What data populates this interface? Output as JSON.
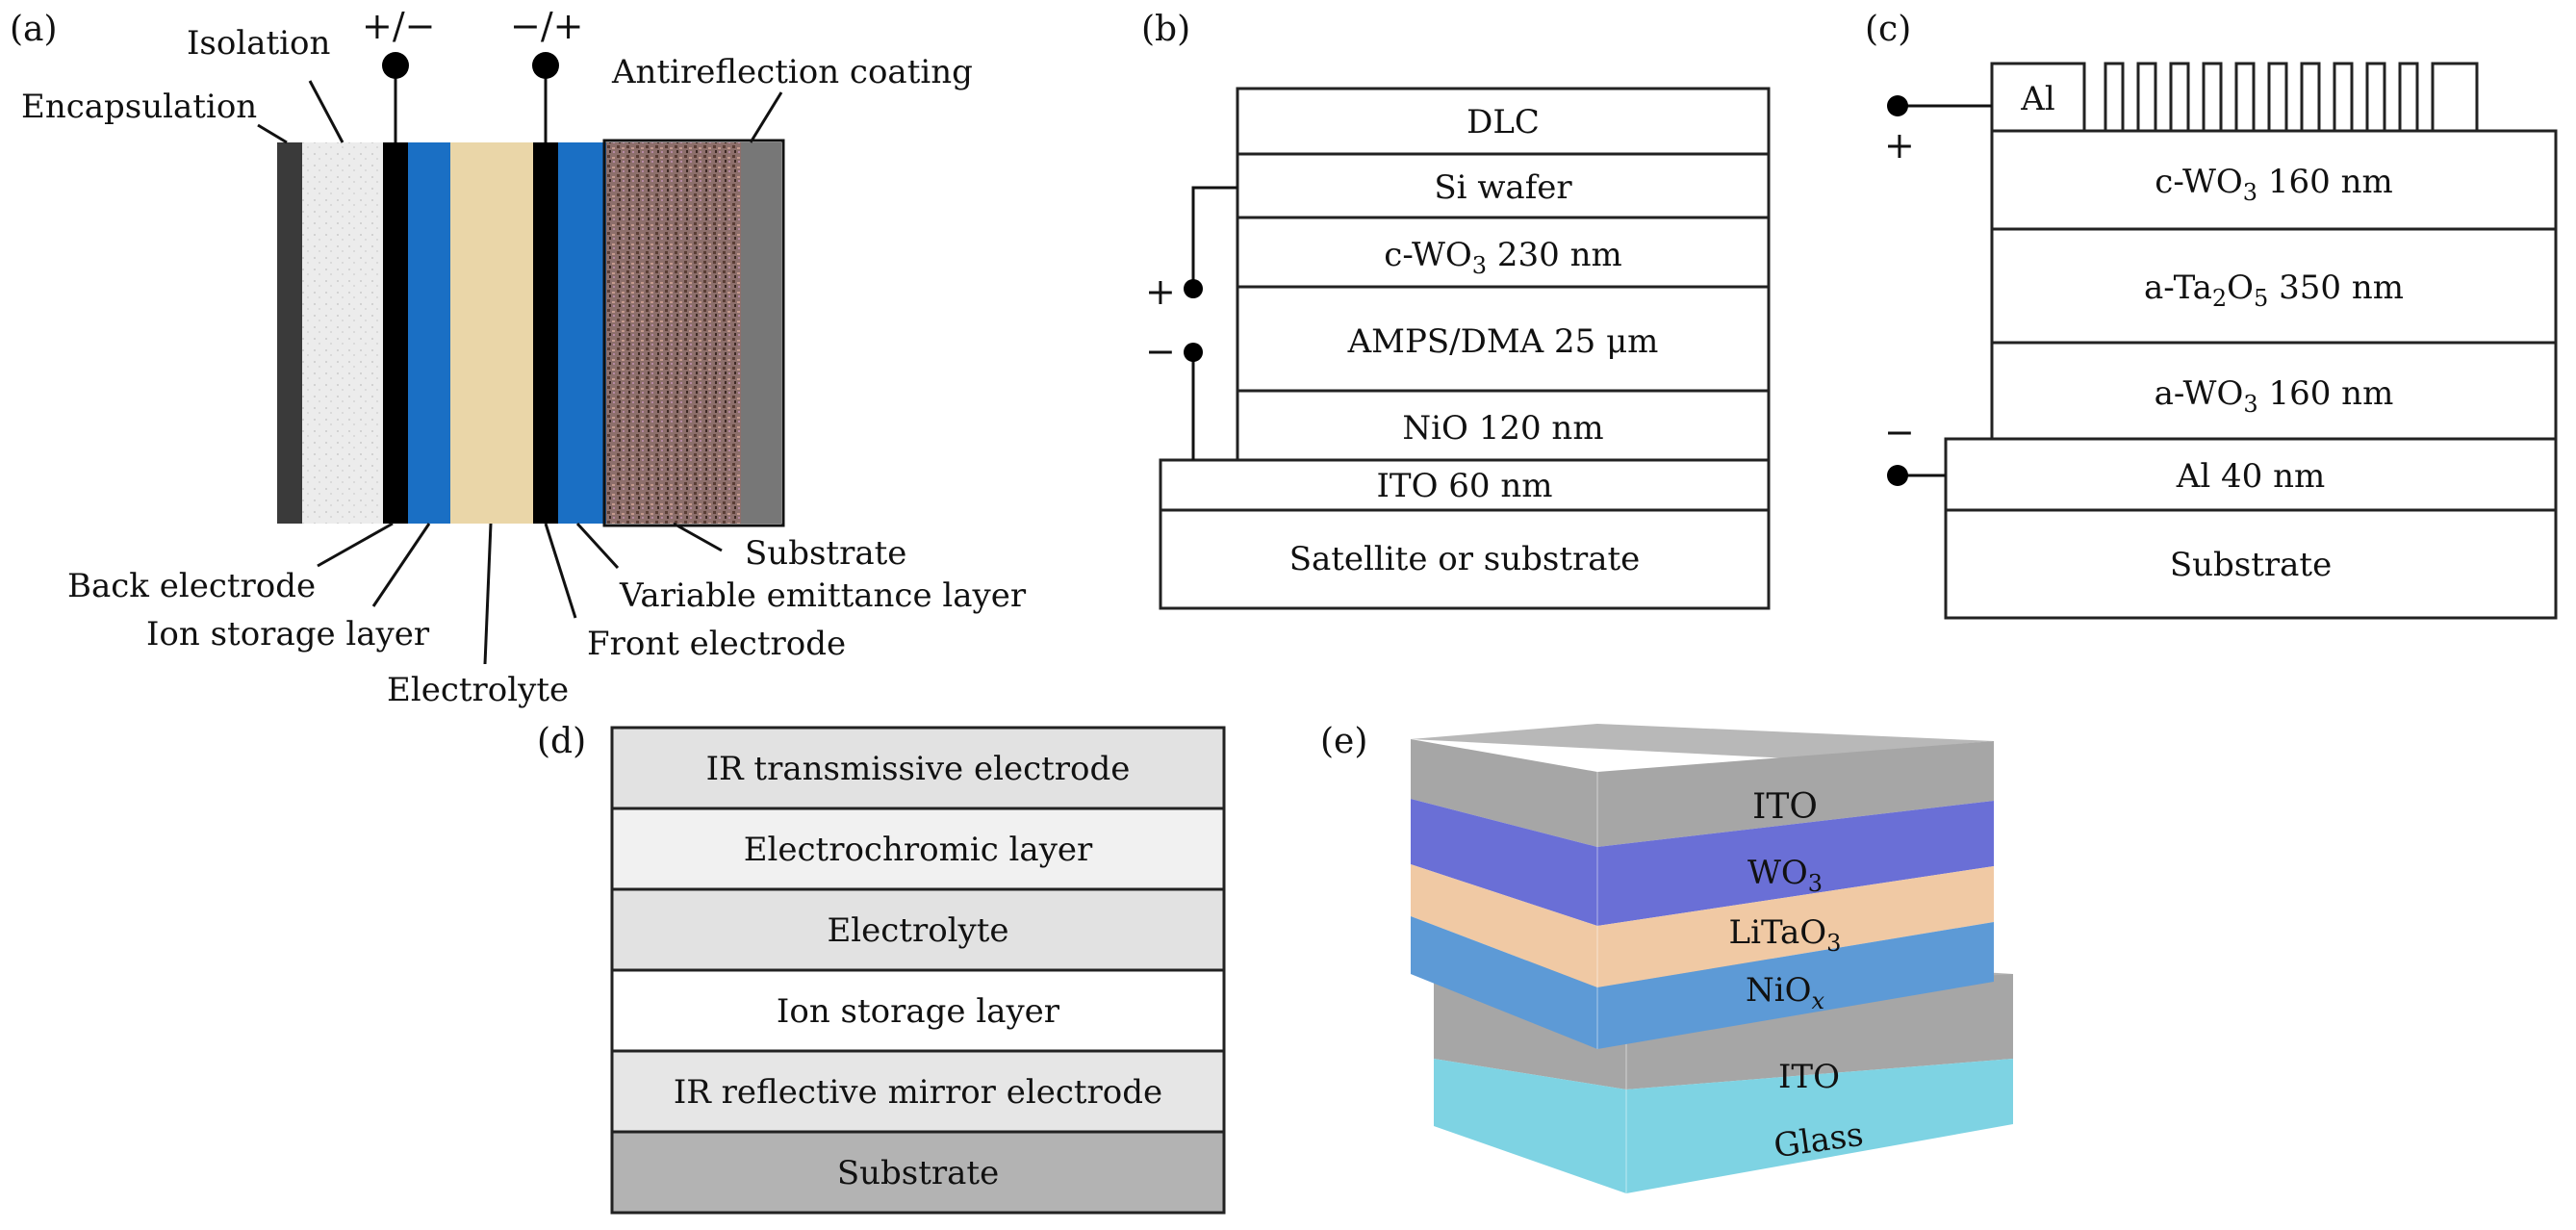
{
  "panels": {
    "a": {
      "label": "(a)",
      "terminals": {
        "left": "+/−",
        "right": "−/+"
      },
      "callouts_top": {
        "encapsulation": "Encapsulation",
        "isolation": "Isolation",
        "antireflection": "Antireflection coating"
      },
      "callouts_bottom": {
        "back_electrode": "Back electrode",
        "ion_storage": "Ion storage layer",
        "electrolyte": "Electrolyte",
        "front_electrode": "Front electrode",
        "variable_emittance": "Variable emittance layer",
        "substrate": "Substrate"
      },
      "colors": {
        "encapsulation": "#3a3a3a",
        "isolation": "#e9e9e9",
        "electrode": "#000000",
        "ion_storage": "#1a6fc4",
        "electrolyte": "#ead6a8",
        "variable_emittance": "#8f6f6a",
        "substrate": "#777777"
      }
    },
    "b": {
      "label": "(b)",
      "plus": "+",
      "minus": "−",
      "layers": {
        "dlc": "DLC",
        "si": "Si wafer",
        "cwo3_pre": "c-WO",
        "cwo3_sub": "3",
        "cwo3_post": " 230 nm",
        "amps": "AMPS/DMA 25 μm",
        "nio": "NiO 120 nm",
        "ito": "ITO 60 nm",
        "satellite": "Satellite or substrate"
      }
    },
    "c": {
      "label": "(c)",
      "plus": "+",
      "minus": "−",
      "al_top": "Al",
      "layers": {
        "cwo3_pre": "c-WO",
        "cwo3_sub": "3",
        "cwo3_post": " 160 nm",
        "ta_pre": "a-Ta",
        "ta_sub1": "2",
        "ta_mid": "O",
        "ta_sub2": "5",
        "ta_post": " 350 nm",
        "awo3_pre": "a-WO",
        "awo3_sub": "3",
        "awo3_post": " 160 nm",
        "al40": "Al 40 nm",
        "substrate": "Substrate"
      }
    },
    "d": {
      "label": "(d)",
      "layers": [
        {
          "text": "IR transmissive electrode",
          "fill": "#e2e2e2"
        },
        {
          "text": "Electrochromic layer",
          "fill": "#f1f1f1"
        },
        {
          "text": "Electrolyte",
          "fill": "#e2e2e2"
        },
        {
          "text": "Ion storage layer",
          "fill": "#ffffff"
        },
        {
          "text": "IR reflective mirror electrode",
          "fill": "#e6e6e6"
        },
        {
          "text": "Substrate",
          "fill": "#b3b3b3"
        }
      ]
    },
    "e": {
      "label": "(e)",
      "layers": {
        "ito_top": "ITO",
        "wo3_pre": "WO",
        "wo3_sub": "3",
        "lita_pre": "LiTaO",
        "lita_sub": "3",
        "niox_pre": "NiO",
        "niox_sub": "x",
        "ito_bottom": "ITO",
        "glass": "Glass"
      },
      "colors": {
        "ito": "#a6a6a6",
        "wo3": "#6a6fd6",
        "litao3": "#f0c9a4",
        "niox": "#5d9ad6",
        "glass": "#7ed3e3"
      }
    }
  }
}
